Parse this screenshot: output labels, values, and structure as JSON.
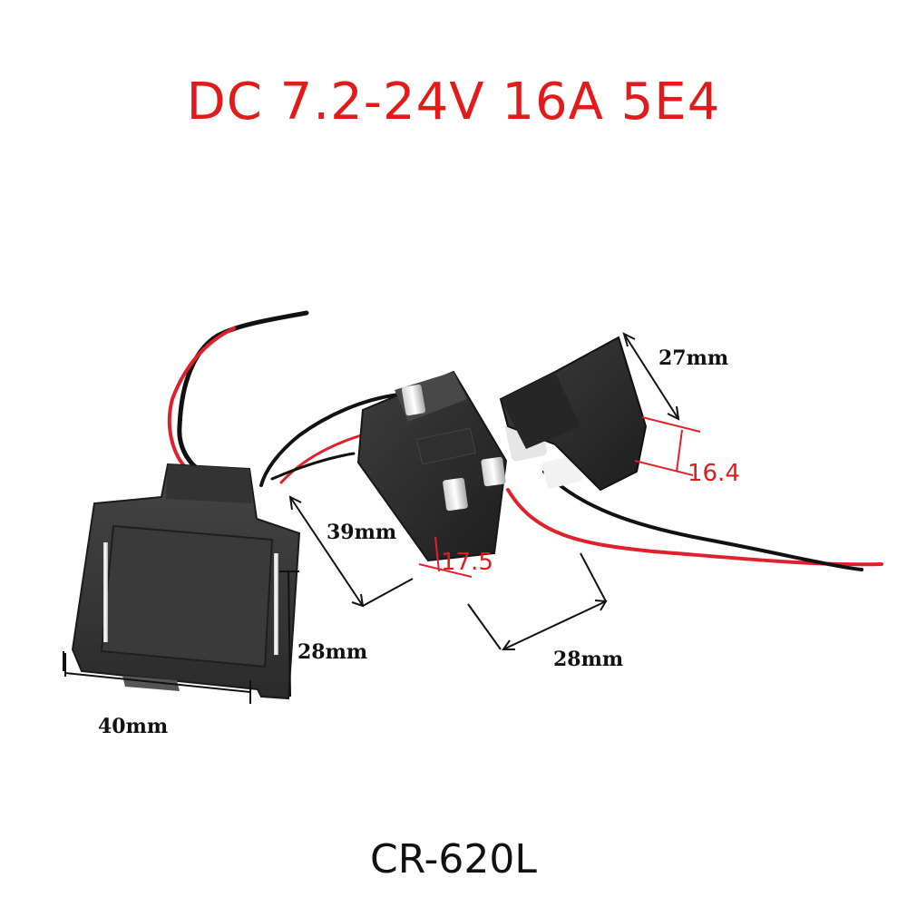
{
  "headline": "DC 7.2-24V 16A 5E4",
  "model": "CR-620L",
  "dimensions": {
    "trigger_height": "27mm",
    "trigger_depth": "16.4",
    "body_length": "39mm",
    "terminal_gap": "17.5",
    "body_width": "28mm",
    "plate_depth": "28mm",
    "plate_width": "40mm"
  },
  "colors": {
    "headline": "#e21a1a",
    "model": "#111111",
    "dimension_text": "#111111",
    "red_dimension_text": "#e21a1a",
    "plastic": "#2a2a2a",
    "wire_red": "#e0202a",
    "wire_black": "#111111"
  }
}
